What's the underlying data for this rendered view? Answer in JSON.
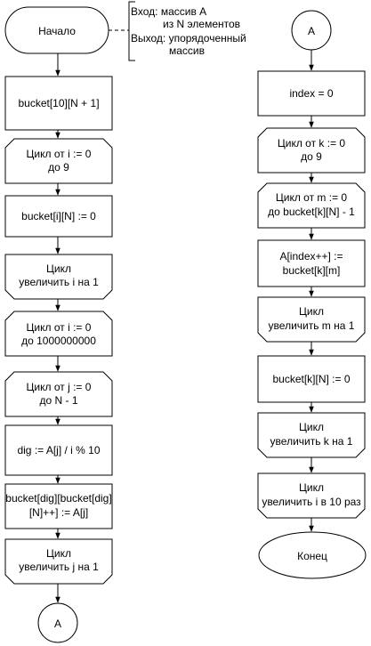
{
  "annotation": {
    "lines": [
      "Вход: массив A",
      "из N элементов",
      "Выход: упорядоченный",
      "массив"
    ]
  },
  "left_column": [
    {
      "id": "start",
      "kind": "terminator",
      "lines": [
        "Начало"
      ]
    },
    {
      "id": "init-bucket",
      "kind": "process",
      "lines": [
        "bucket[10][N + 1]"
      ]
    },
    {
      "id": "loop-i-1-start",
      "kind": "loop-start",
      "lines": [
        "Цикл от i := 0",
        "до 9"
      ]
    },
    {
      "id": "reset-count",
      "kind": "process",
      "lines": [
        "bucket[i][N] := 0"
      ]
    },
    {
      "id": "loop-i-1-end",
      "kind": "loop-end",
      "lines": [
        "Цикл",
        "увеличить i на 1"
      ]
    },
    {
      "id": "loop-i-2-start",
      "kind": "loop-start",
      "lines": [
        "Цикл от i := 0",
        "до 1000000000"
      ]
    },
    {
      "id": "loop-j-start",
      "kind": "loop-start",
      "lines": [
        "Цикл от j := 0",
        "до N - 1"
      ]
    },
    {
      "id": "calc-digit",
      "kind": "process",
      "lines": [
        "dig := A[j] / i % 10"
      ]
    },
    {
      "id": "push-bucket",
      "kind": "process",
      "lines": [
        "bucket[dig][bucket[dig]",
        "[N]++] := A[j]"
      ]
    },
    {
      "id": "loop-j-end",
      "kind": "loop-end",
      "lines": [
        "Цикл",
        "увеличить j на 1"
      ]
    },
    {
      "id": "connector-out",
      "kind": "connector",
      "lines": [
        "A"
      ]
    }
  ],
  "right_column": [
    {
      "id": "connector-in",
      "kind": "connector",
      "lines": [
        "A"
      ]
    },
    {
      "id": "index-init",
      "kind": "process",
      "lines": [
        "index = 0"
      ]
    },
    {
      "id": "loop-k-start",
      "kind": "loop-start",
      "lines": [
        "Цикл от k := 0",
        "до 9"
      ]
    },
    {
      "id": "loop-m-start",
      "kind": "loop-start",
      "lines": [
        "Цикл от m := 0",
        "до bucket[k][N] - 1"
      ]
    },
    {
      "id": "copy-back",
      "kind": "process",
      "lines": [
        "A[index++] :=",
        "bucket[k][m]"
      ]
    },
    {
      "id": "loop-m-end",
      "kind": "loop-end",
      "lines": [
        "Цикл",
        "увеличить m на 1"
      ]
    },
    {
      "id": "reset-count-2",
      "kind": "process",
      "lines": [
        "bucket[k][N] := 0"
      ]
    },
    {
      "id": "loop-k-end",
      "kind": "loop-end",
      "lines": [
        "Цикл",
        "увеличить k на 1"
      ]
    },
    {
      "id": "loop-i-2-end",
      "kind": "loop-end",
      "lines": [
        "Цикл",
        "увеличить i в 10 раз"
      ]
    },
    {
      "id": "end",
      "kind": "terminator",
      "lines": [
        "Конец"
      ]
    }
  ]
}
